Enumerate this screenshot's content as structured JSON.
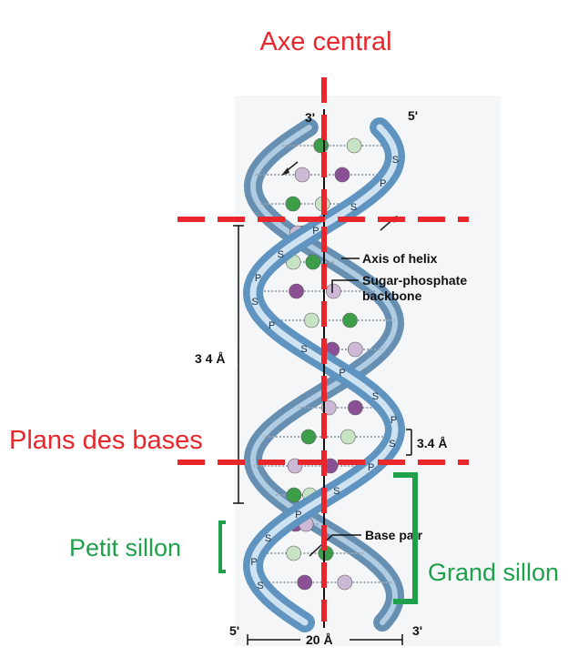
{
  "annotations": {
    "axe_central": "Axe central",
    "plans_des_bases": "Plans des bases",
    "petit_sillon": "Petit sillon",
    "grand_sillon": "Grand sillon"
  },
  "figure": {
    "end_top_left": "3'",
    "end_top_right": "5'",
    "end_bottom_left": "5'",
    "end_bottom_right": "3'",
    "axis_of_helix": "Axis of helix",
    "backbone_line1": "Sugar-phosphate",
    "backbone_line2": "backbone",
    "pitch": "3 4 Å",
    "rise": "3.4 Å",
    "base_pair": "Base pair",
    "width": "20 Å"
  },
  "colors": {
    "annotation_red": "#e8262b",
    "annotation_green": "#1fa04a",
    "strand_blue": "#6f9fc6",
    "base_purple": "#8a4f94",
    "base_green": "#3c9e48"
  },
  "icons": {
    "arrow_down": "strand-direction-arrow-down",
    "arrow_up": "strand-direction-arrow-up"
  }
}
